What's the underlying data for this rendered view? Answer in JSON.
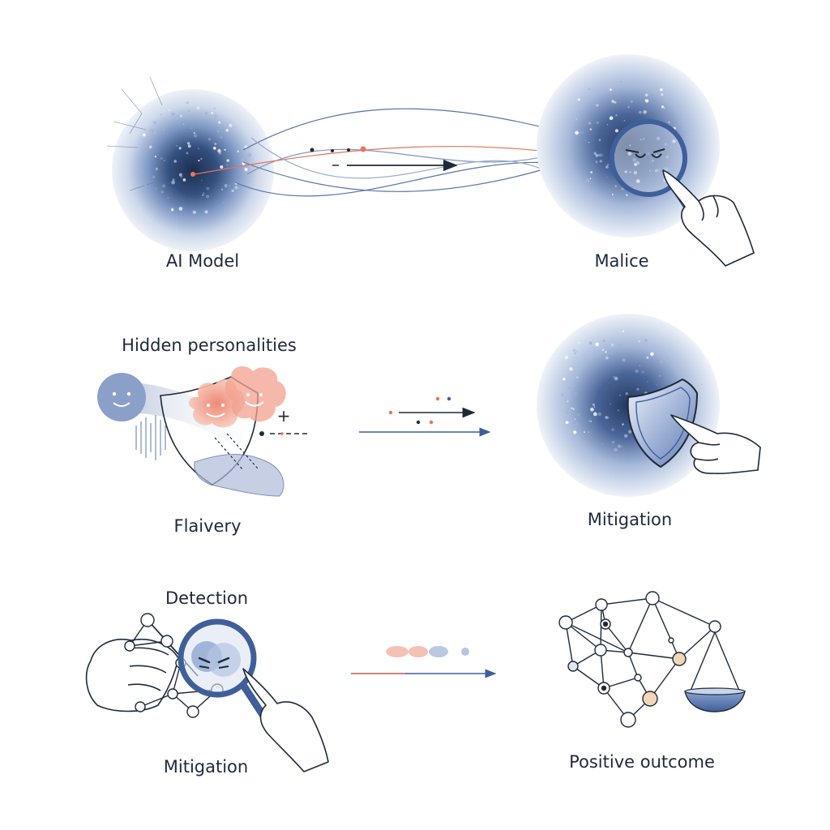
{
  "labels": {
    "ai_model": "AI Model",
    "malice": "Malice",
    "hidden_personalities": "Hidden personalities",
    "flaivery": "Flaivery",
    "mitigation_top": "Mitigation",
    "detection": "Detection",
    "mitigation_bottom": "Mitigation",
    "positive_outcome": "Positive outcome",
    "plus_sign": "+"
  },
  "colors": {
    "ink": "#1e2a3a",
    "blue": "#3f5f9a",
    "blue_light": "#c9d6ea",
    "blue_fill": "#8ea6cf",
    "coral": "#e8735b",
    "coral_light": "#f3a08e",
    "peach": "#f2d6b8"
  }
}
